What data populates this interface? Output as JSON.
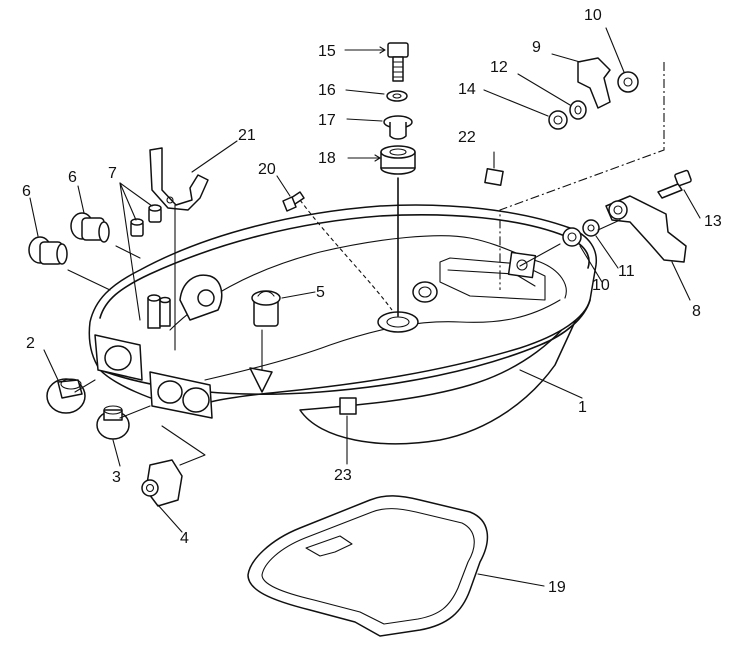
{
  "diagram": {
    "callouts": {
      "c1": "1",
      "c2": "2",
      "c3": "3",
      "c4": "4",
      "c5": "5",
      "c6a": "6",
      "c6b": "6",
      "c7": "7",
      "c8": "8",
      "c9": "9",
      "c10a": "10",
      "c10b": "10",
      "c11": "11",
      "c12": "12",
      "c13": "13",
      "c14": "14",
      "c15": "15",
      "c16": "16",
      "c17": "17",
      "c18": "18",
      "c19": "19",
      "c20": "20",
      "c21": "21",
      "c22": "22",
      "c23": "23"
    }
  }
}
